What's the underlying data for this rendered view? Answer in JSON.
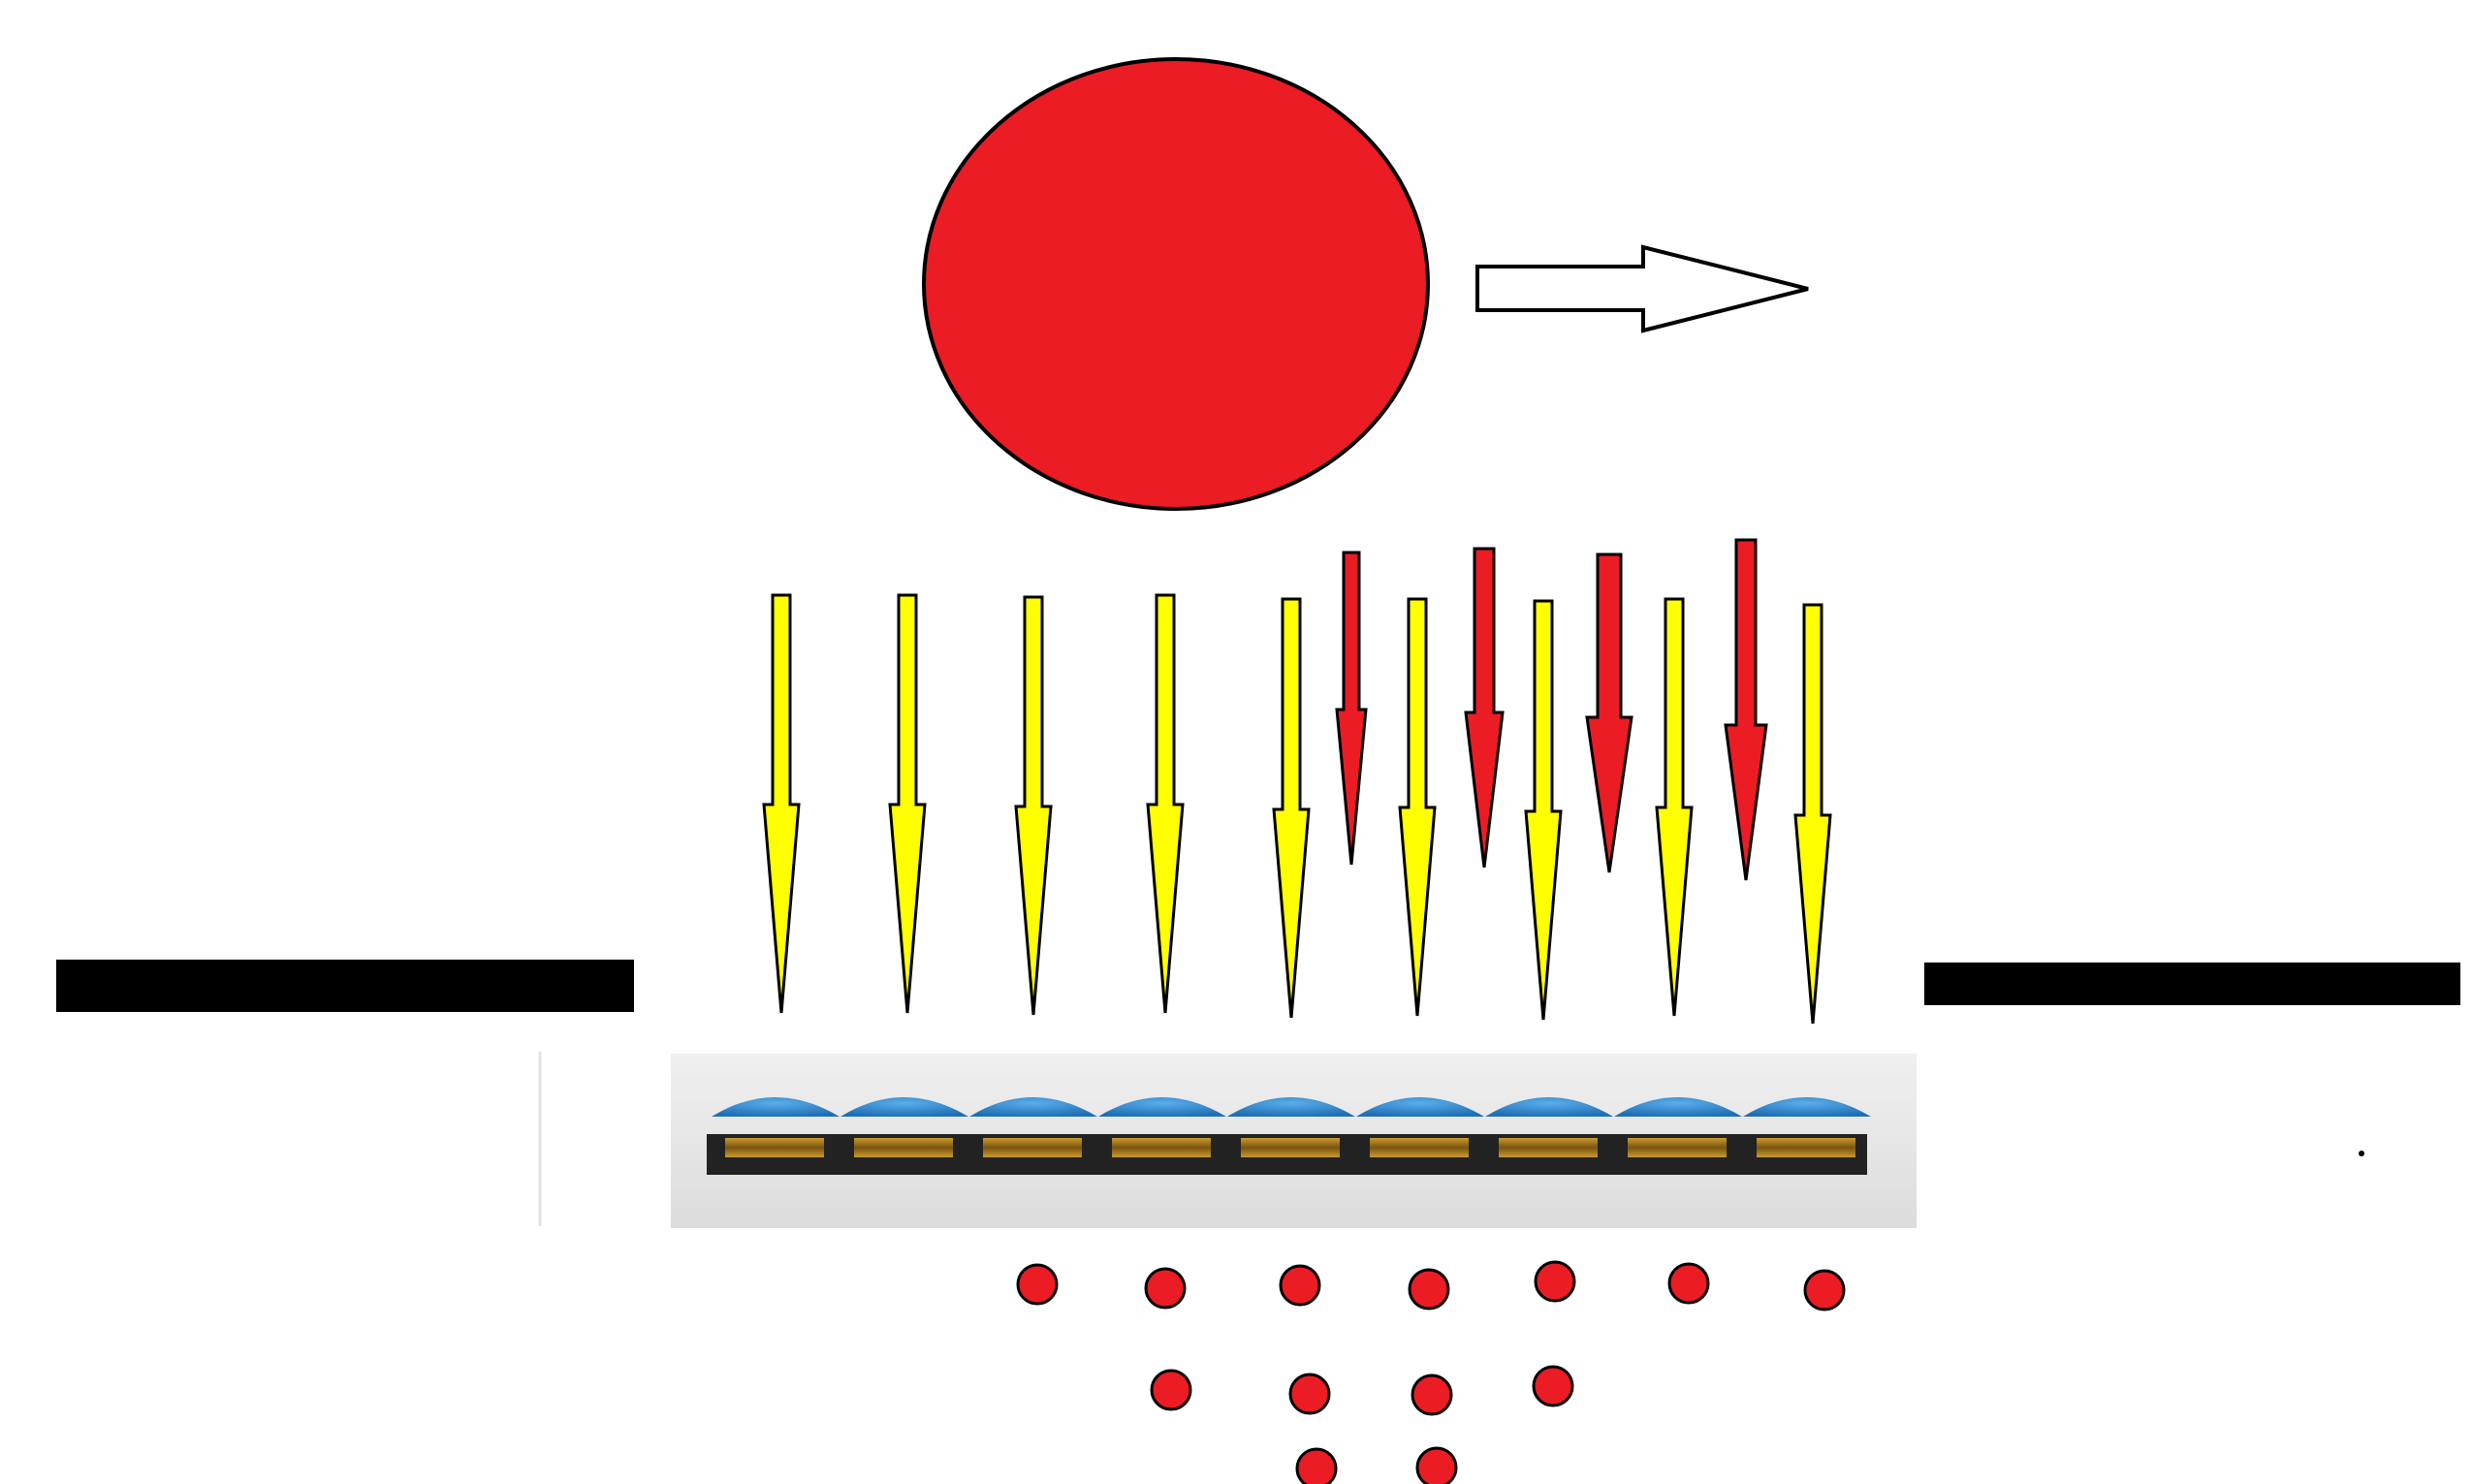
{
  "diagram": {
    "colors": {
      "background": "#ffffff",
      "big_circle": "#ec1c24",
      "outline": "#000000",
      "yellow_arrow": "#ffff00",
      "red_arrow": "#ec1c24",
      "barrier": "#000000",
      "sensor_panel": "#e6e6e6",
      "microlens": "#2e86d1",
      "pixel": "#b8860b",
      "sensor_base": "#222222",
      "particle": "#ec1c24",
      "motion_arrow_fill": "#ffffff"
    },
    "counts": {
      "yellow_arrows": 9,
      "red_arrows": 4,
      "sensor_pixels": 9,
      "particles": 13
    }
  }
}
